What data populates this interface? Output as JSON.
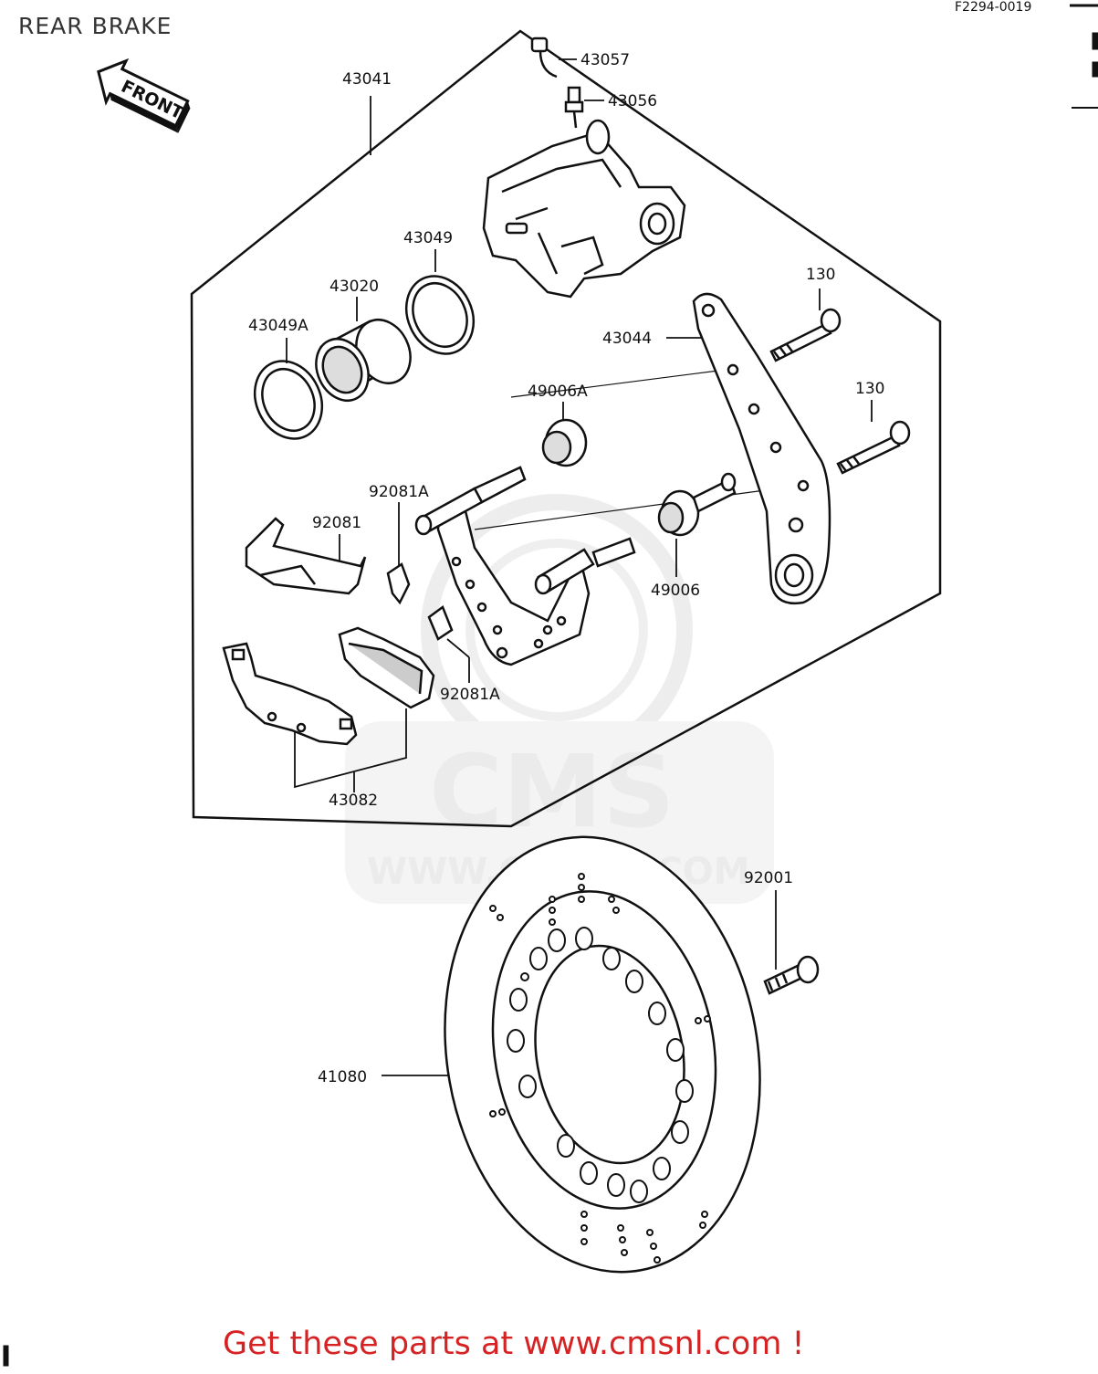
{
  "header": {
    "title": "REAR BRAKE",
    "figure_code": "F2294-0019"
  },
  "front_arrow_label": "FRONT",
  "watermark": {
    "brand": "CMS",
    "url": "WWW.CMSNL.COM"
  },
  "part_labels": {
    "p43041": "43041",
    "p43057": "43057",
    "p43056": "43056",
    "p43049": "43049",
    "p43020": "43020",
    "p43049A": "43049A",
    "p130a": "130",
    "p43044": "43044",
    "p130b": "130",
    "p49006A": "49006A",
    "p92081A_top": "92081A",
    "p92081": "92081",
    "p49006": "49006",
    "p92081A_bottom": "92081A",
    "p43082": "43082",
    "p92001": "92001",
    "p41080": "41080"
  },
  "footer": {
    "cta": "Get these parts at www.cmsnl.com !"
  }
}
